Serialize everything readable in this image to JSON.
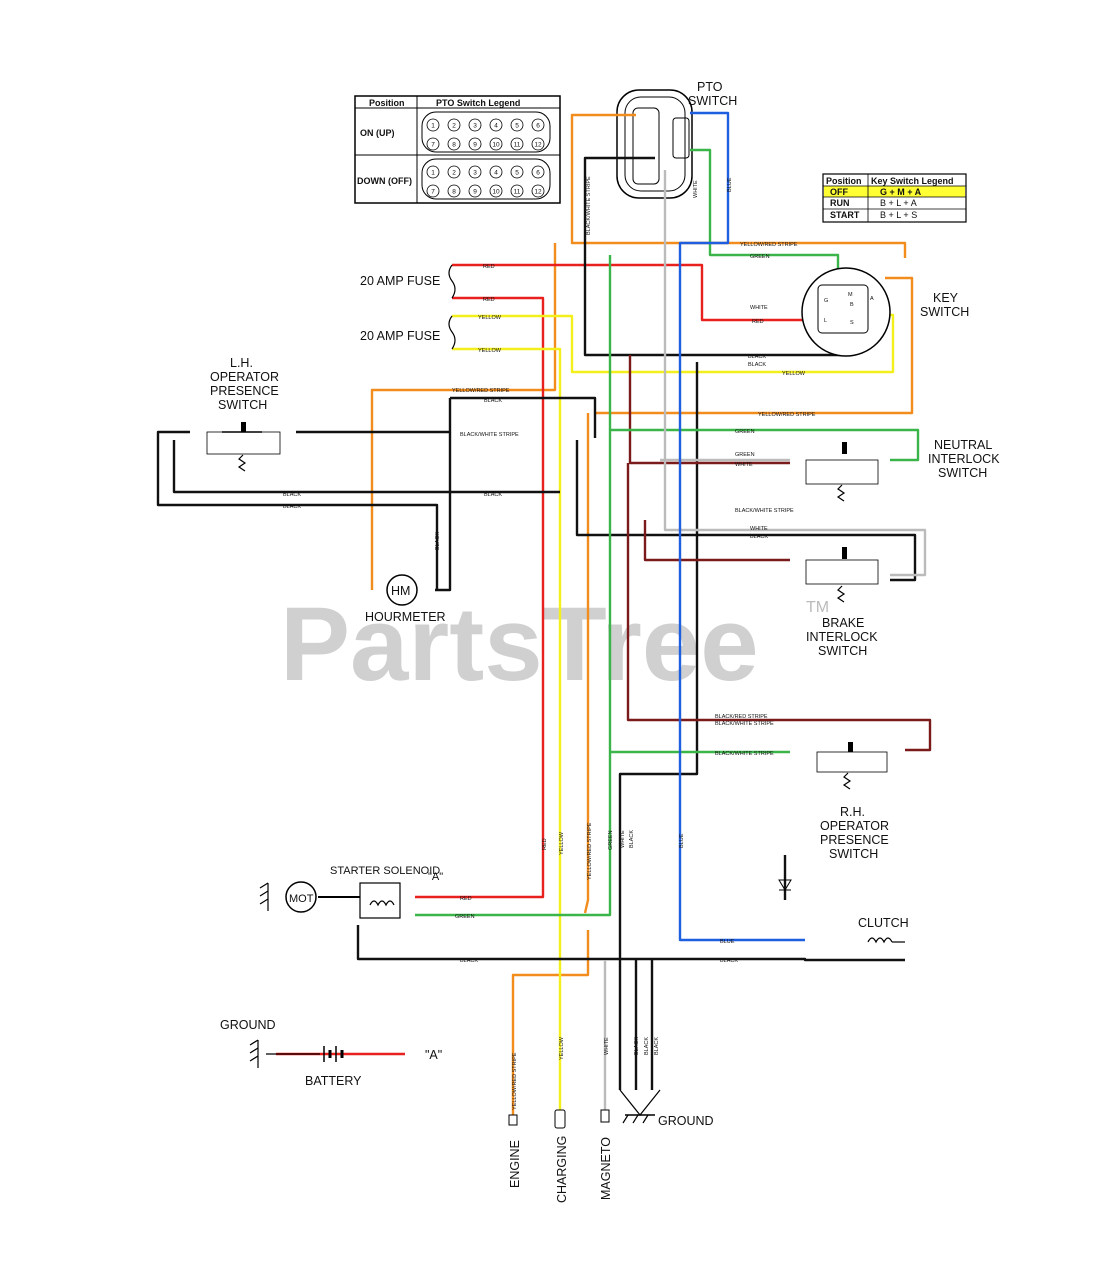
{
  "watermark": {
    "text": "PartsTree",
    "tm": "TM"
  },
  "labels": {
    "pto_switch": [
      "PTO",
      "SWITCH"
    ],
    "key_switch": [
      "KEY",
      "SWITCH"
    ],
    "fuse1": "20 AMP FUSE",
    "fuse2": "20 AMP FUSE",
    "lh_switch": [
      "L.H.",
      "OPERATOR",
      "PRESENCE",
      "SWITCH"
    ],
    "neutral_switch": [
      "NEUTRAL",
      "INTERLOCK",
      "SWITCH"
    ],
    "brake_switch": [
      "BRAKE",
      "INTERLOCK",
      "SWITCH"
    ],
    "rh_switch": [
      "R.H.",
      "OPERATOR",
      "PRESENCE",
      "SWITCH"
    ],
    "hourmeter": "HOURMETER",
    "hm": "HM",
    "starter_solenoid": "STARTER SOLENOID",
    "solenoid_a": "\"A\"",
    "mot": "MOT",
    "clutch": "CLUTCH",
    "ground_left": "GROUND",
    "battery": "BATTERY",
    "battery_a": "\"A\"",
    "ground_bottom": "GROUND",
    "engine": "ENGINE",
    "charging": "CHARGING",
    "magneto": "MAGNETO"
  },
  "pto_legend": {
    "headers": [
      "Position",
      "PTO Switch Legend"
    ],
    "rows": [
      "ON (UP)",
      "DOWN (OFF)"
    ],
    "pins": [
      "1",
      "2",
      "3",
      "4",
      "5",
      "6",
      "7",
      "8",
      "9",
      "10",
      "11",
      "12"
    ]
  },
  "key_legend": {
    "headers": [
      "Position",
      "Key Switch Legend"
    ],
    "rows": [
      {
        "position": "OFF",
        "legend": "G + M + A"
      },
      {
        "position": "RUN",
        "legend": "B + L + A"
      },
      {
        "position": "START",
        "legend": "B + L + S"
      }
    ],
    "highlight": "#ffff33"
  },
  "key_pins": [
    "G",
    "M",
    "B",
    "L",
    "A",
    "S"
  ],
  "wire_labels": {
    "red": "RED",
    "yellow": "YELLOW",
    "yellow_red": "YELLOW/RED STRIPE",
    "black": "BLACK",
    "black_white": "BLACK/WHITE STRIPE",
    "black_red": "BLACK/RED STRIPE",
    "green": "GREEN",
    "white": "WHITE",
    "blue": "BLUE"
  },
  "wire_colors": {
    "red": "#e8201e",
    "yellow": "#f2ef1c",
    "orange": "#f28c1c",
    "black": "#111111",
    "green": "#3bb54a",
    "white": "#bbbbbb",
    "blue": "#1e5fe0",
    "darkred": "#7a1a1a"
  }
}
